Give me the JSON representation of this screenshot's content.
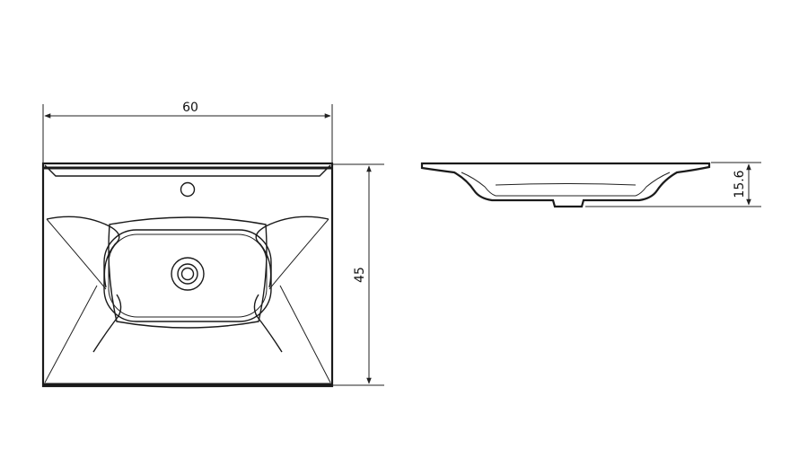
{
  "dimensions": {
    "width": "60",
    "depth": "45",
    "height": "15.6"
  },
  "colors": {
    "line": "#1a1a1a",
    "background": "#ffffff"
  }
}
